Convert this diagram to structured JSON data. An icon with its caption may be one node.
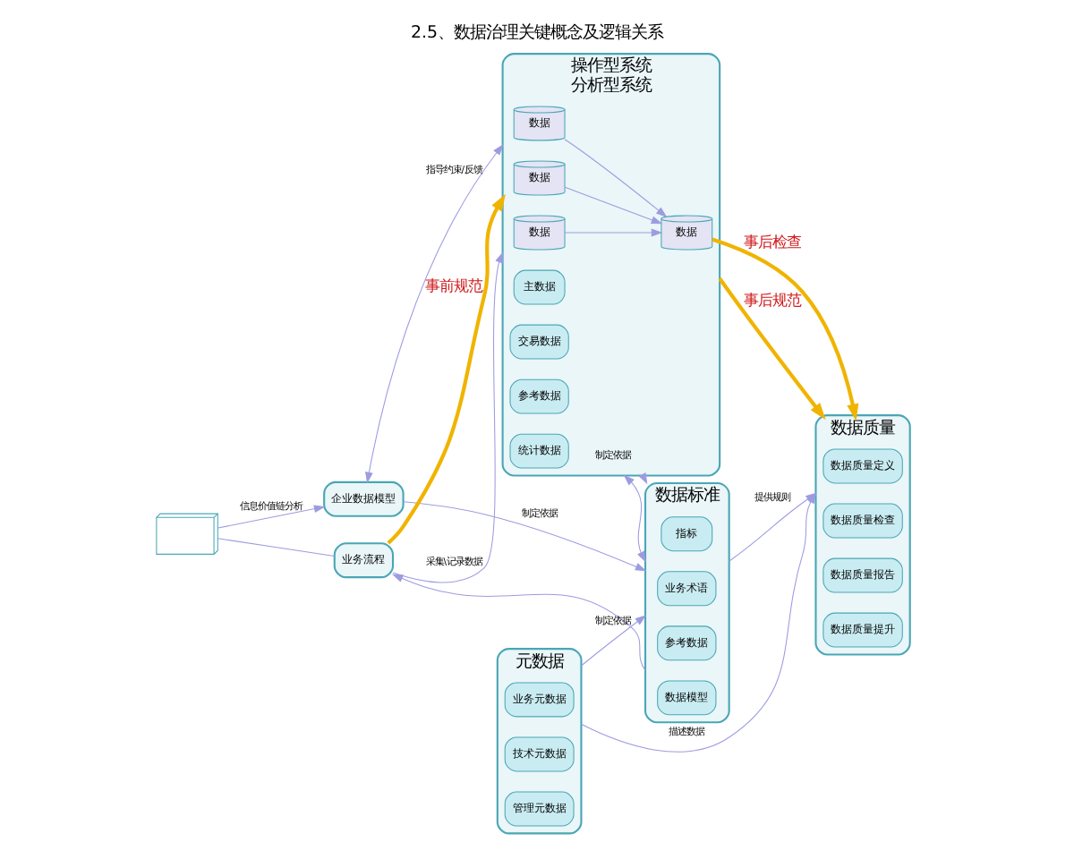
{
  "diagram": {
    "title": "2.5、数据治理关键概念及逻辑关系",
    "nodes": [
      {
        "text": [],
        "shape": "picture"
      },
      {
        "text": [
          "企业数据模型"
        ]
      },
      {
        "text": [
          "数据标准"
        ]
      },
      {
        "text": [
          "业务术语"
        ],
        "in": 2
      },
      {
        "text": [
          "数据模型"
        ],
        "in": 2
      },
      {
        "text": [
          "参考数据"
        ],
        "in": 2
      },
      {
        "text": [
          "指标"
        ],
        "in": 2
      },
      {
        "text": [
          "数据质量"
        ]
      },
      {
        "text": [
          "数据质量定义"
        ],
        "in": 7
      },
      {
        "text": [
          "数据质量检查"
        ],
        "in": 7
      },
      {
        "text": [
          "数据质量报告"
        ],
        "in": 7
      },
      {
        "text": [
          "数据质量提升"
        ],
        "in": 7
      },
      {
        "text": [
          "业务流程"
        ]
      },
      {
        "text": [
          "操作型系统",
          "分析型系统"
        ]
      },
      {
        "text": [
          "数据"
        ],
        "in": 13
      },
      {
        "text": [
          "数据"
        ],
        "in": 13
      },
      {
        "text": [
          "数据"
        ],
        "in": 13
      },
      {
        "text": [
          "数据"
        ],
        "in": 13
      },
      {
        "text": [
          "主数据"
        ],
        "in": 13
      },
      {
        "text": [
          "交易数据"
        ],
        "in": 13
      },
      {
        "text": [
          "参考数据"
        ],
        "in": 13
      },
      {
        "text": [
          "统计数据"
        ],
        "in": 13
      },
      {
        "text": [
          "元数据"
        ]
      },
      {
        "text": [
          "业务元数据"
        ],
        "in": 22
      },
      {
        "text": [
          "技术元数据"
        ],
        "in": 22
      },
      {
        "text": [
          "管理元数据"
        ],
        "in": 22
      }
    ],
    "edges": [
      {
        "from": 0,
        "to": 1,
        "arrow": "to",
        "label": "信息价值链分析"
      },
      {
        "from": 0,
        "to": 12,
        "arrow": "none"
      },
      {
        "from": 1,
        "to": 2,
        "arrow": "to",
        "label": "制定依据"
      },
      {
        "from": 2,
        "to": 7,
        "arrow": "to",
        "label": "提供规则"
      },
      {
        "from": 1,
        "to": 13,
        "arrow": "both",
        "label": "指导约束/反馈"
      },
      {
        "from": 2,
        "to": 12,
        "arrow": "to"
      },
      {
        "from": 13,
        "to": 2,
        "arrow": "to"
      },
      {
        "from": 13,
        "to": 2,
        "arrow": "both",
        "label": "制定依据"
      },
      {
        "from": 22,
        "to": 2,
        "arrow": "to",
        "label": "制定依据"
      },
      {
        "from": 12,
        "to": 13,
        "arrow": "to",
        "label": "采集\\记录数据"
      },
      {
        "from": 22,
        "to": 7,
        "arrow": "to",
        "label": "描述数据"
      },
      {
        "from": 14,
        "to": 17,
        "arrow": "to"
      },
      {
        "from": 15,
        "to": 17,
        "arrow": "to"
      },
      {
        "from": 16,
        "to": 17,
        "arrow": "to"
      },
      {
        "from": 12,
        "to": 13,
        "arrow": "to",
        "label": "事前规范",
        "style": "thick",
        "color": "#f0b400"
      },
      {
        "from": 13,
        "to": 7,
        "arrow": "to",
        "label": "事后规范",
        "style": "thick",
        "color": "#f0b400"
      },
      {
        "from": 17,
        "to": 7,
        "arrow": "to",
        "label": "事后检查",
        "style": "thick",
        "color": "#f0b400"
      }
    ]
  }
}
